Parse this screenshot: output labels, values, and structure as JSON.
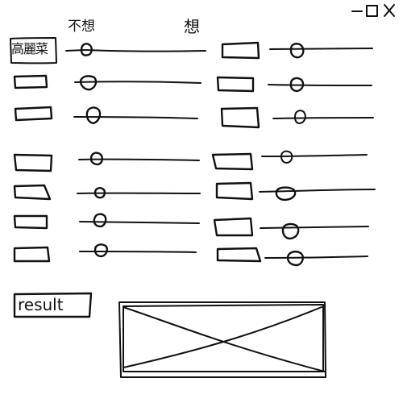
{
  "window": {
    "minimize_icon": "minimize-icon",
    "maximize_icon": "maximize-icon",
    "close_icon": "close-icon"
  },
  "headers": {
    "left": "不想",
    "right": "想"
  },
  "controls": {
    "left_first_label": "高麗菜"
  },
  "sliders": {
    "left": [
      0.1,
      0.1,
      0.18,
      0.18,
      0.18,
      0.18,
      0.18
    ],
    "right": [
      0.25,
      0.25,
      0.25,
      0.25,
      0.18,
      0.32,
      0.28
    ]
  },
  "result": {
    "label": "result"
  },
  "image_placeholder": {
    "icon": "image-placeholder-icon"
  }
}
